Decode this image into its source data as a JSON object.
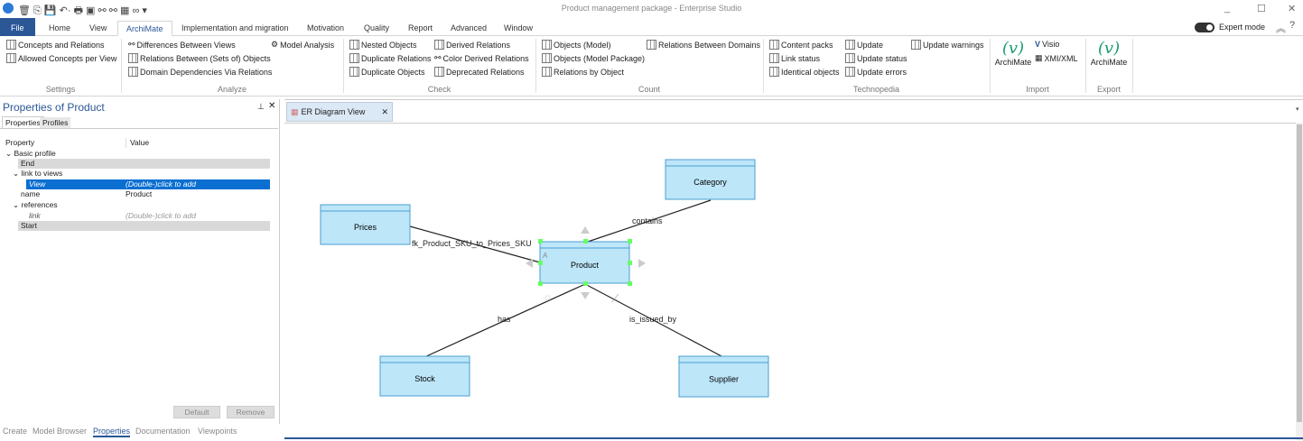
{
  "window": {
    "title": "Product management package - Enterprise Studio",
    "minimize": "_",
    "maximize": "☐",
    "close": "✕"
  },
  "menu_tabs": [
    "File",
    "Home",
    "View",
    "ArchiMate",
    "Implementation and migration",
    "Motivation",
    "Quality",
    "Report",
    "Advanced",
    "Window"
  ],
  "active_tab": "ArchiMate",
  "expert_mode": {
    "label": "Expert mode",
    "on": true
  },
  "ribbon": {
    "settings": {
      "label": "Settings",
      "items": [
        "Concepts and Relations",
        "Allowed Concepts per View"
      ]
    },
    "analyze": {
      "label": "Analyze",
      "items": [
        "Differences Between Views",
        "Relations Between (Sets of) Objects",
        "Domain Dependencies Via Relations",
        "Model Analysis"
      ]
    },
    "check": {
      "label": "Check",
      "items": [
        "Nested Objects",
        "Duplicate Relations",
        "Duplicate Objects",
        "Derived Relations",
        "Color Derived Relations",
        "Deprecated Relations"
      ]
    },
    "count": {
      "label": "Count",
      "items": [
        "Objects (Model)",
        "Objects (Model Package)",
        "Relations by Object",
        "Relations Between Domains"
      ]
    },
    "technopedia": {
      "label": "Technopedia",
      "items": [
        "Content packs",
        "Link status",
        "Identical objects",
        "Update",
        "Update status",
        "Update errors",
        "Update warnings"
      ]
    },
    "import": {
      "label": "Import",
      "big": "ArchiMate",
      "items": [
        "Visio",
        "XMI/XML"
      ]
    },
    "export": {
      "label": "Export",
      "big": "ArchiMate"
    }
  },
  "properties_panel": {
    "title": "Properties of Product",
    "tabs": [
      "Properties",
      "Profiles"
    ],
    "columns": [
      "Property",
      "Value"
    ],
    "rows": [
      {
        "property": "Basic profile",
        "value": ""
      },
      {
        "property": "End",
        "value": ""
      },
      {
        "property": "link to views",
        "value": ""
      },
      {
        "property": "View",
        "value": "(Double-)click to add"
      },
      {
        "property": "name",
        "value": "Product"
      },
      {
        "property": "references",
        "value": ""
      },
      {
        "property": "link",
        "value": "(Double-)click to add"
      },
      {
        "property": "Start",
        "value": ""
      }
    ],
    "buttons": [
      "Default",
      "Remove"
    ],
    "bottom_tabs": [
      "Create",
      "Model Browser",
      "Properties",
      "Documentation",
      "Viewpoints"
    ],
    "active_bottom_tab": "Properties"
  },
  "document_tab": {
    "label": "ER Diagram View",
    "close": "✕"
  },
  "diagram": {
    "nodes": {
      "category": "Category",
      "prices": "Prices",
      "product": "Product",
      "stock": "Stock",
      "supplier": "Supplier"
    },
    "edges": {
      "contains": "contains",
      "fk": "fk_Product_SKU_to_Prices_SKU",
      "has": "has",
      "is_issued_by": "is_issued_by"
    },
    "selected_marker": "A",
    "node_fill": "#bde6f9",
    "node_border": "#4a9fd0"
  }
}
